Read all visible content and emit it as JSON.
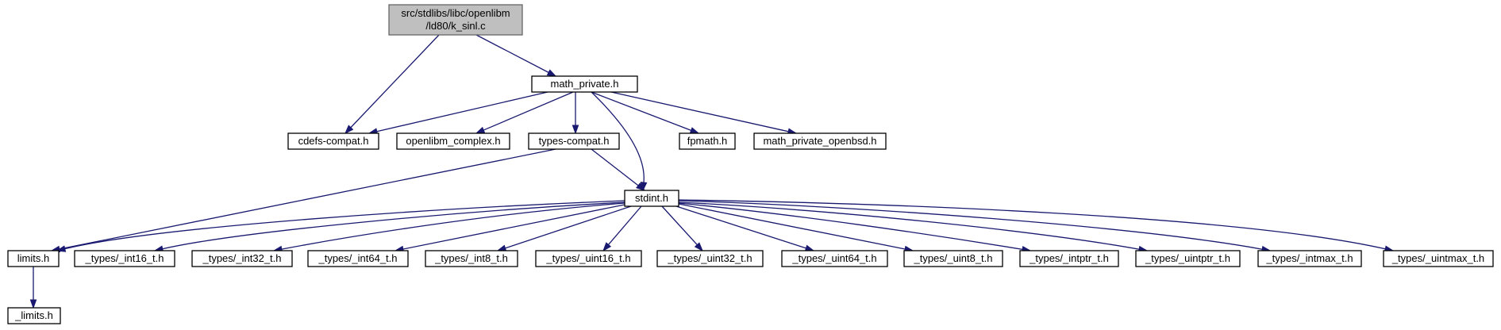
{
  "diagram": {
    "type": "include-dependency-graph",
    "nodes": [
      {
        "id": "root",
        "lines": [
          "src/stdlibs/libc/openlibm",
          "/ld80/k_sinl.c"
        ],
        "root": true
      },
      {
        "id": "math_private",
        "lines": [
          "math_private.h"
        ]
      },
      {
        "id": "cdefs_compat",
        "lines": [
          "cdefs-compat.h"
        ]
      },
      {
        "id": "openlibm_complex",
        "lines": [
          "openlibm_complex.h"
        ]
      },
      {
        "id": "types_compat",
        "lines": [
          "types-compat.h"
        ]
      },
      {
        "id": "fpmath",
        "lines": [
          "fpmath.h"
        ]
      },
      {
        "id": "math_private_openbsd",
        "lines": [
          "math_private_openbsd.h"
        ]
      },
      {
        "id": "stdint",
        "lines": [
          "stdint.h"
        ]
      },
      {
        "id": "limits",
        "lines": [
          "limits.h"
        ]
      },
      {
        "id": "int16",
        "lines": [
          "_types/_int16_t.h"
        ]
      },
      {
        "id": "int32",
        "lines": [
          "_types/_int32_t.h"
        ]
      },
      {
        "id": "int64",
        "lines": [
          "_types/_int64_t.h"
        ]
      },
      {
        "id": "int8",
        "lines": [
          "_types/_int8_t.h"
        ]
      },
      {
        "id": "uint16",
        "lines": [
          "_types/_uint16_t.h"
        ]
      },
      {
        "id": "uint32",
        "lines": [
          "_types/_uint32_t.h"
        ]
      },
      {
        "id": "uint64",
        "lines": [
          "_types/_uint64_t.h"
        ]
      },
      {
        "id": "uint8",
        "lines": [
          "_types/_uint8_t.h"
        ]
      },
      {
        "id": "intptr",
        "lines": [
          "_types/_intptr_t.h"
        ]
      },
      {
        "id": "uintptr",
        "lines": [
          "_types/_uintptr_t.h"
        ]
      },
      {
        "id": "intmax",
        "lines": [
          "_types/_intmax_t.h"
        ]
      },
      {
        "id": "uintmax",
        "lines": [
          "_types/_uintmax_t.h"
        ]
      },
      {
        "id": "_limits",
        "lines": [
          "_limits.h"
        ]
      }
    ],
    "edges": [
      {
        "from": "root",
        "to": "cdefs_compat"
      },
      {
        "from": "root",
        "to": "math_private"
      },
      {
        "from": "math_private",
        "to": "cdefs_compat"
      },
      {
        "from": "math_private",
        "to": "openlibm_complex"
      },
      {
        "from": "math_private",
        "to": "types_compat"
      },
      {
        "from": "math_private",
        "to": "stdint"
      },
      {
        "from": "math_private",
        "to": "fpmath"
      },
      {
        "from": "math_private",
        "to": "math_private_openbsd"
      },
      {
        "from": "types_compat",
        "to": "limits"
      },
      {
        "from": "types_compat",
        "to": "stdint"
      },
      {
        "from": "stdint",
        "to": "limits"
      },
      {
        "from": "stdint",
        "to": "int16"
      },
      {
        "from": "stdint",
        "to": "int32"
      },
      {
        "from": "stdint",
        "to": "int64"
      },
      {
        "from": "stdint",
        "to": "int8"
      },
      {
        "from": "stdint",
        "to": "uint16"
      },
      {
        "from": "stdint",
        "to": "uint32"
      },
      {
        "from": "stdint",
        "to": "uint64"
      },
      {
        "from": "stdint",
        "to": "uint8"
      },
      {
        "from": "stdint",
        "to": "intptr"
      },
      {
        "from": "stdint",
        "to": "uintptr"
      },
      {
        "from": "stdint",
        "to": "intmax"
      },
      {
        "from": "stdint",
        "to": "uintmax"
      },
      {
        "from": "limits",
        "to": "_limits"
      }
    ]
  }
}
